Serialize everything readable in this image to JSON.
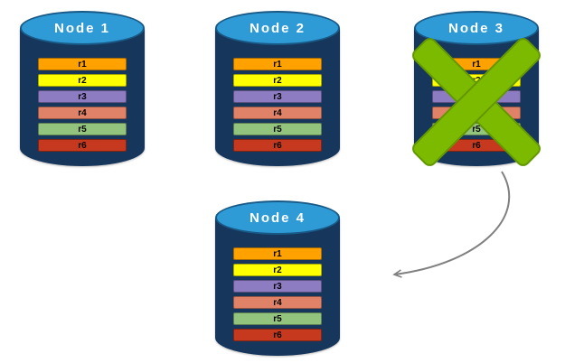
{
  "diagram": {
    "nodes": [
      {
        "title": "Node 1",
        "rows": [
          "r1",
          "r2",
          "r3",
          "r4",
          "r5",
          "r6"
        ]
      },
      {
        "title": "Node 2",
        "rows": [
          "r1",
          "r2",
          "r3",
          "r4",
          "r5",
          "r6"
        ]
      },
      {
        "title": "Node 3",
        "rows": [
          "r1",
          "r2",
          "r3",
          "r4",
          "r5",
          "r6"
        ]
      },
      {
        "title": "Node 4",
        "rows": [
          "r1",
          "r2",
          "r3",
          "r4",
          "r5",
          "r6"
        ]
      }
    ],
    "row_colors": [
      "#FFA200",
      "#FFFF00",
      "#8E7CC3",
      "#E08268",
      "#93C47D",
      "#C7391E"
    ],
    "colors": {
      "cylinder_body": "#16365C",
      "cylinder_top": "#2E9BD6",
      "failure_x": "#7CBA00",
      "arrow": "#808080"
    },
    "failure": {
      "node": "Node 3"
    },
    "arrow": {
      "from": "Node 3",
      "to": "Node 4"
    }
  }
}
